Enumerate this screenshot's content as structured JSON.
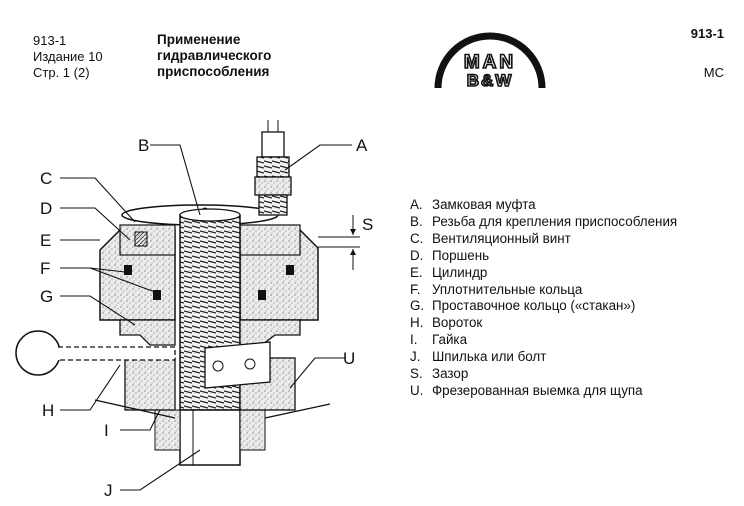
{
  "header": {
    "doc_number": "913-1",
    "edition": "Издание 10",
    "page": "Стр. 1 (2)",
    "title_lines": [
      "Применение",
      "гидравлического",
      "приспособления"
    ],
    "code_right": "913-1",
    "engine_type": "MC"
  },
  "logo": {
    "line1": "MAN",
    "line2": "B&W"
  },
  "diagram": {
    "callouts": {
      "A": "A",
      "B": "B",
      "C": "C",
      "D": "D",
      "E": "E",
      "F": "F",
      "G": "G",
      "H": "H",
      "I": "I",
      "J": "J",
      "S": "S",
      "U": "U"
    }
  },
  "legend": [
    {
      "letter": "A.",
      "text": "Замковая муфта"
    },
    {
      "letter": "B.",
      "text": "Резьба для крепления приспособления"
    },
    {
      "letter": "C.",
      "text": "Вентиляционный винт"
    },
    {
      "letter": "D.",
      "text": "Поршень"
    },
    {
      "letter": "E.",
      "text": "Цилиндр"
    },
    {
      "letter": "F.",
      "text": "Уплотнительные кольца"
    },
    {
      "letter": "G.",
      "text": "Проставочное кольцо («стакан»)"
    },
    {
      "letter": "H.",
      "text": "Вороток"
    },
    {
      "letter": "I.",
      "text": "Гайка"
    },
    {
      "letter": "J.",
      "text": "Шпилька или болт"
    },
    {
      "letter": "S.",
      "text": "Зазор"
    },
    {
      "letter": "U.",
      "text": "Фрезерованная выемка для щупа"
    }
  ]
}
